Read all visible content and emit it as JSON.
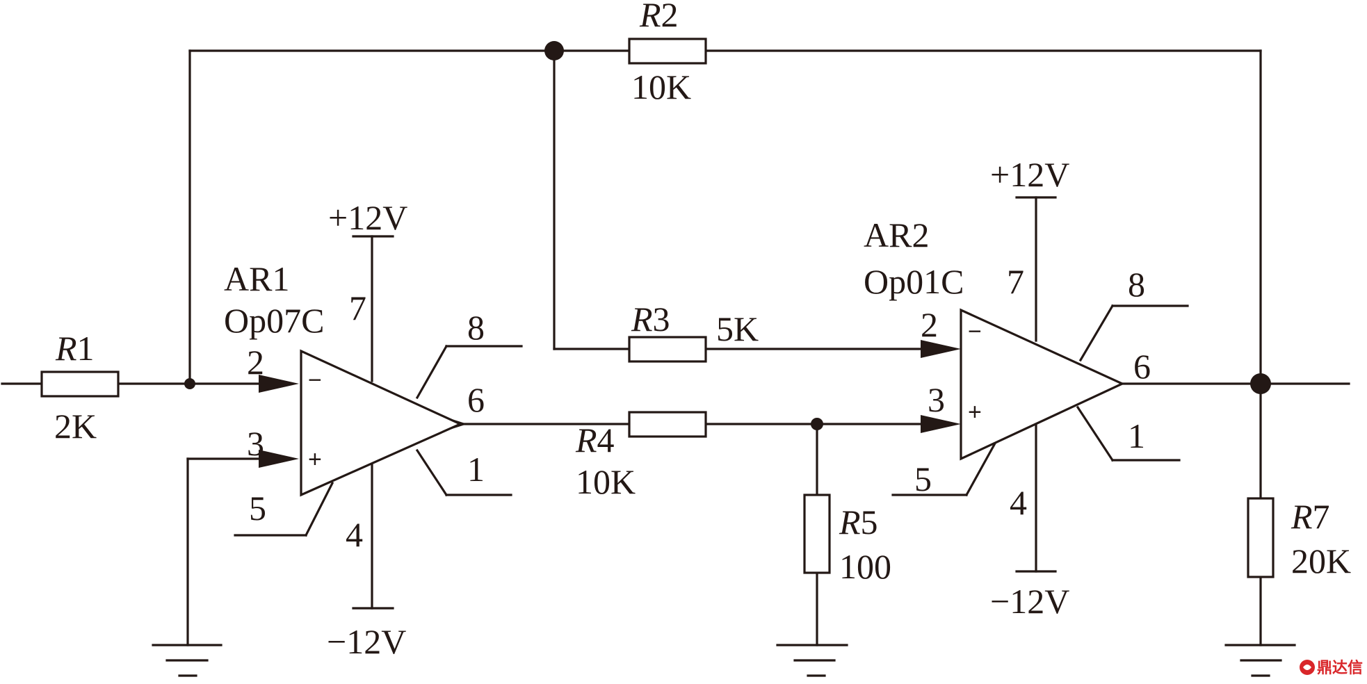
{
  "resistors": {
    "r1": {
      "prefix": "R",
      "num": "1",
      "value": "2K"
    },
    "r2": {
      "prefix": "R",
      "num": "2",
      "value": "10K"
    },
    "r3": {
      "prefix": "R",
      "num": "3",
      "value": "5K"
    },
    "r4": {
      "prefix": "R",
      "num": "4",
      "value": "10K"
    },
    "r5": {
      "prefix": "R",
      "num": "5",
      "value": "100"
    },
    "r7": {
      "prefix": "R",
      "num": "7",
      "value": "20K"
    }
  },
  "ar1": {
    "name": "AR1",
    "part": "Op07C",
    "vpos": "+12V",
    "vneg": "−12V",
    "pins": {
      "inv": "2",
      "noninv": "3",
      "vcc": "7",
      "vee": "4",
      "out": "6",
      "p8": "8",
      "p1": "1",
      "p5": "5"
    },
    "minus": "−",
    "plus": "+"
  },
  "ar2": {
    "name": "AR2",
    "part": "Op01C",
    "vpos": "+12V",
    "vneg": "−12V",
    "pins": {
      "inv": "2",
      "noninv": "3",
      "vcc": "7",
      "vee": "4",
      "out": "6",
      "p8": "8",
      "p1": "1",
      "p5": "5"
    },
    "minus": "−",
    "plus": "+"
  },
  "watermark": {
    "icon": "dingdaxin-logo-icon",
    "text": "鼎达信"
  },
  "colors": {
    "ink": "#231815",
    "watermark": "#d9262a"
  }
}
